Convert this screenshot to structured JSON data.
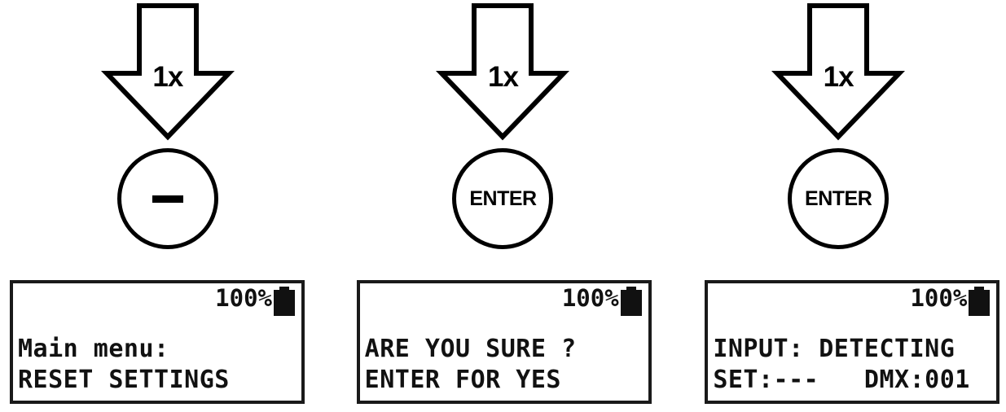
{
  "page": {
    "title": "Reset settings procedure",
    "background_color": "#ffffff",
    "ink_color": "#000000"
  },
  "steps": [
    {
      "index": 1,
      "arrow": {
        "icon": "arrow-down-icon",
        "count_label": "1x"
      },
      "button": {
        "icon": "minus-icon",
        "label": "−",
        "label_kind": "glyph"
      },
      "display": {
        "battery_percent": "100%",
        "battery_icon": "battery-full-icon",
        "line1": "Main menu:",
        "line2": "RESET SETTINGS"
      }
    },
    {
      "index": 2,
      "arrow": {
        "icon": "arrow-down-icon",
        "count_label": "1x"
      },
      "button": {
        "icon": "enter-button-icon",
        "label": "ENTER",
        "label_kind": "text"
      },
      "display": {
        "battery_percent": "100%",
        "battery_icon": "battery-full-icon",
        "line1": "ARE YOU SURE ?",
        "line2": "ENTER FOR YES"
      }
    },
    {
      "index": 3,
      "arrow": {
        "icon": "arrow-down-icon",
        "count_label": "1x"
      },
      "button": {
        "icon": "enter-button-icon",
        "label": "ENTER",
        "label_kind": "text"
      },
      "display": {
        "battery_percent": "100%",
        "battery_icon": "battery-full-icon",
        "line1": "INPUT: DETECTING",
        "line2": "SET:---   DMX:001"
      }
    }
  ]
}
